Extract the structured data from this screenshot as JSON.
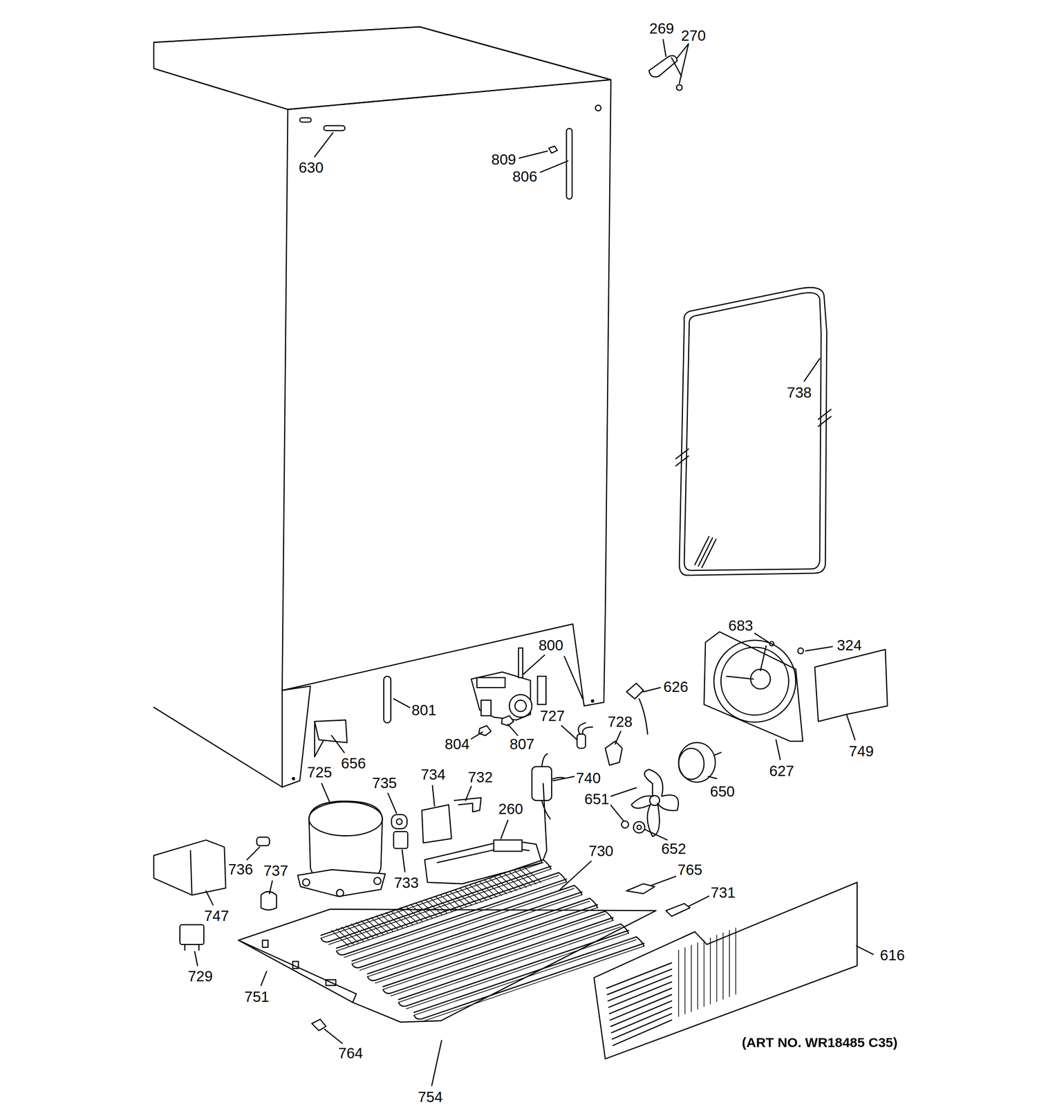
{
  "diagram": {
    "labels": [
      "269",
      "270",
      "630",
      "809",
      "806",
      "738",
      "800",
      "683",
      "324",
      "626",
      "801",
      "727",
      "728",
      "804",
      "807",
      "656",
      "650",
      "627",
      "749",
      "725",
      "735",
      "734",
      "732",
      "740",
      "651",
      "260",
      "652",
      "730",
      "765",
      "736",
      "737",
      "733",
      "731",
      "747",
      "616",
      "751",
      "729",
      "764",
      "754",
      "(ART NO. WR18485 C35)"
    ]
  }
}
